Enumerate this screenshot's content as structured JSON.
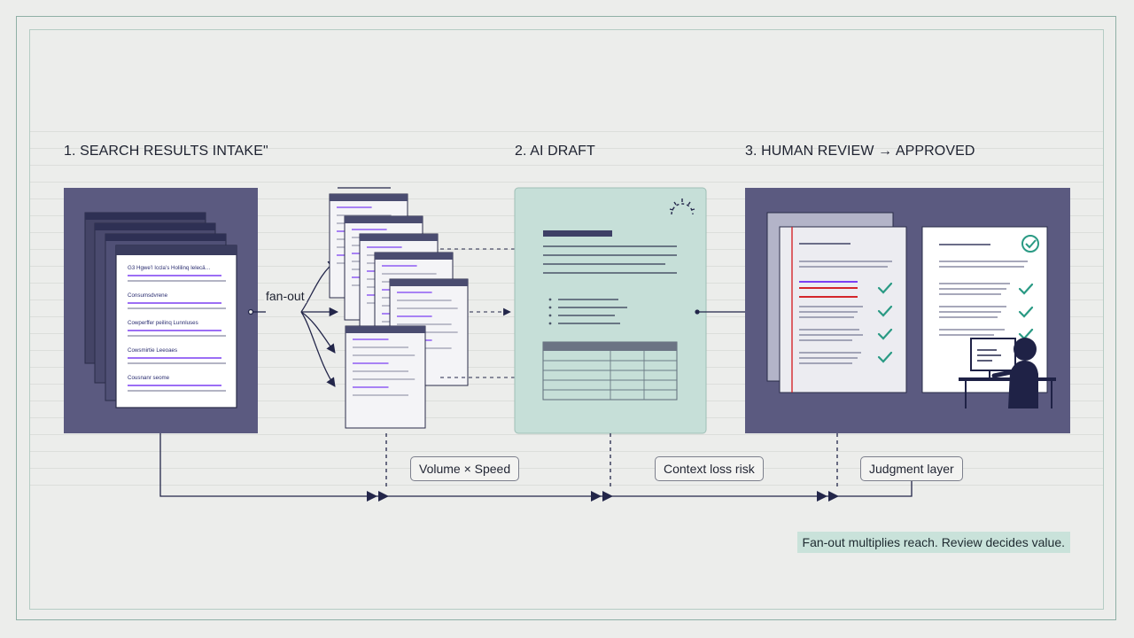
{
  "stages": {
    "intake": "1. SEARCH RESULTS INTAKE\"",
    "draft": "2. AI DRAFT",
    "review": "3. HUMAN REVIEW → APPROVED"
  },
  "fanout_label": "fan-out",
  "tags": {
    "volume": "Volume × Speed",
    "context": "Context loss risk",
    "judgment": "Judgment layer"
  },
  "caption": "Fan-out multiplies reach. Review decides value.",
  "intake_results": [
    "G3 Hgwe’l Iccla’s Holilinq Ielecä…",
    "Consumsdvrene",
    "Cowperffer peilinq Lunnluses",
    "Cowsmirtie Leeoaes",
    "Cousnanr seome"
  ],
  "colors": {
    "panel": "#5b5a80",
    "draft_panel": "#c6dfd8",
    "ink": "#23264a",
    "check": "#2a9a84",
    "highlight": "#7b3ff2",
    "flag": "#d4262c",
    "caption_bg": "#c9e2da"
  },
  "icons": [
    "sparkle-icon",
    "check-icon",
    "check-circle-icon",
    "reviewer-icon",
    "monitor-icon"
  ]
}
